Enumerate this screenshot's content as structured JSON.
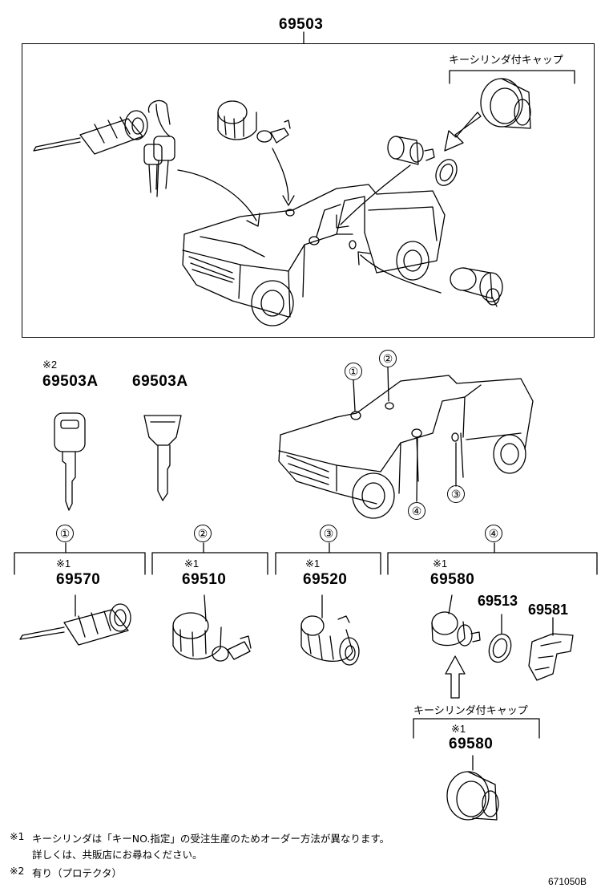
{
  "top_assembly": {
    "part_number": "69503"
  },
  "top_cap_label": "キーシリンダ付キャップ",
  "keys": [
    {
      "marker": "※2",
      "part_number": "69503A"
    },
    {
      "marker": "",
      "part_number": "69503A"
    }
  ],
  "location_callouts": [
    "①",
    "②",
    "③",
    "④"
  ],
  "groups": [
    {
      "callout": "①",
      "marker": "※1",
      "part_number": "69570"
    },
    {
      "callout": "②",
      "marker": "※1",
      "part_number": "69510"
    },
    {
      "callout": "③",
      "marker": "※1",
      "part_number": "69520"
    },
    {
      "callout": "④",
      "marker": "※1",
      "part_number": "69580"
    }
  ],
  "extra_parts": [
    "69513",
    "69581"
  ],
  "lower_cap": {
    "label": "キーシリンダ付キャップ",
    "marker": "※1",
    "part_number": "69580"
  },
  "notes": [
    {
      "marker": "※1",
      "text": "キーシリンダは「キーNO.指定」の受注生産のためオーダー方法が異なります。"
    },
    {
      "marker": "",
      "text": "詳しくは、共販店にお尋ねください。"
    },
    {
      "marker": "※2",
      "text": "有り（プロテクタ）"
    }
  ],
  "diagram_id": "671050B"
}
